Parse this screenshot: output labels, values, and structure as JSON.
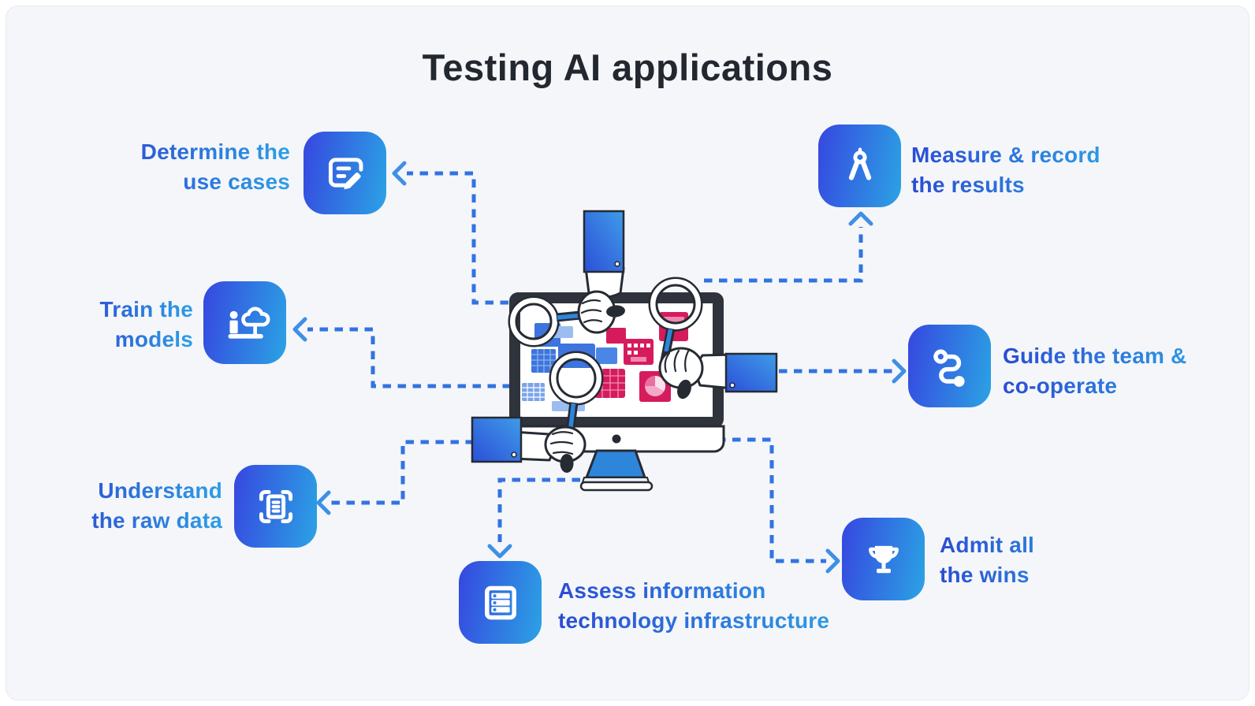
{
  "title": "Testing AI applications",
  "items": [
    {
      "id": "determine-use-cases",
      "icon": "edit-note-icon",
      "lines": [
        "Determine the",
        "use cases"
      ]
    },
    {
      "id": "train-models",
      "icon": "person-tree-icon",
      "lines": [
        "Train the",
        "models"
      ]
    },
    {
      "id": "understand-raw-data",
      "icon": "document-scan-icon",
      "lines": [
        "Understand",
        "the raw data"
      ]
    },
    {
      "id": "assess-it-infrastructure",
      "icon": "server-stack-icon",
      "lines": [
        "Assess information",
        "technology infrastructure"
      ]
    },
    {
      "id": "admit-wins",
      "icon": "trophy-icon",
      "lines": [
        "Admit all",
        "the wins"
      ]
    },
    {
      "id": "guide-team",
      "icon": "route-icon",
      "lines": [
        "Guide the team &",
        "co-operate"
      ]
    },
    {
      "id": "measure-results",
      "icon": "drafting-compass-icon",
      "lines": [
        "Measure & record",
        "the results"
      ]
    }
  ],
  "colors": {
    "background": "#f4f6f9",
    "title": "#23272f",
    "icon_gradient_start": "#3647e0",
    "icon_gradient_end": "#2ba3e4",
    "label_gradient_start": "#2b4cd4",
    "label_gradient_end": "#2e9fe6",
    "connector": "#3273e2",
    "illustration_blue": "#3d74de",
    "illustration_crimson": "#d61b5c",
    "outline_dark": "#262b33"
  }
}
